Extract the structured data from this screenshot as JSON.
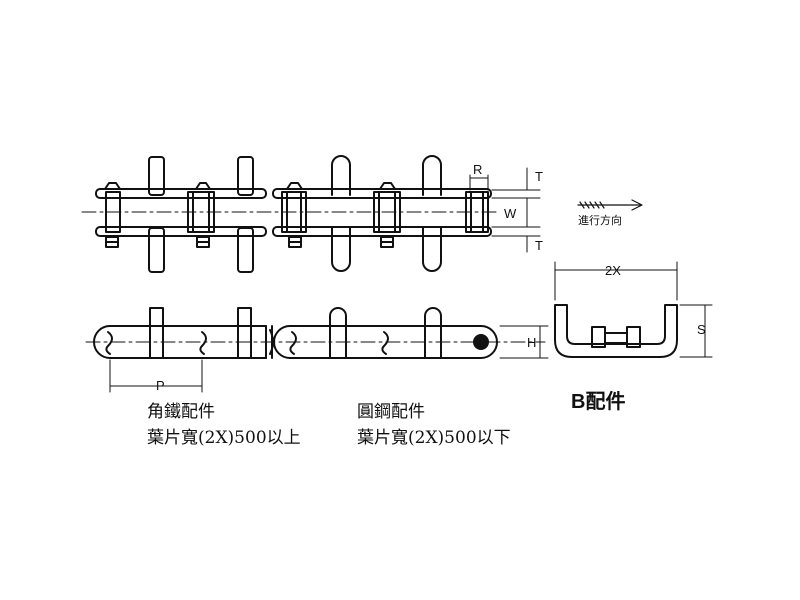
{
  "dimensions": {
    "T_top": "T",
    "R": "R",
    "W": "W",
    "T_bottom": "T",
    "H": "H",
    "P": "P",
    "two_x": "2X",
    "S": "S"
  },
  "direction_label": "進行方向",
  "captions": {
    "angle_iron_title": "角鐵配件",
    "angle_iron_desc": "葉片寬(2X)500以上",
    "round_steel_title": "圓鋼配件",
    "round_steel_desc": "葉片寬(2X)500以下",
    "b_fitting": "B配件"
  },
  "colors": {
    "line": "#111111",
    "background": "#ffffff"
  }
}
